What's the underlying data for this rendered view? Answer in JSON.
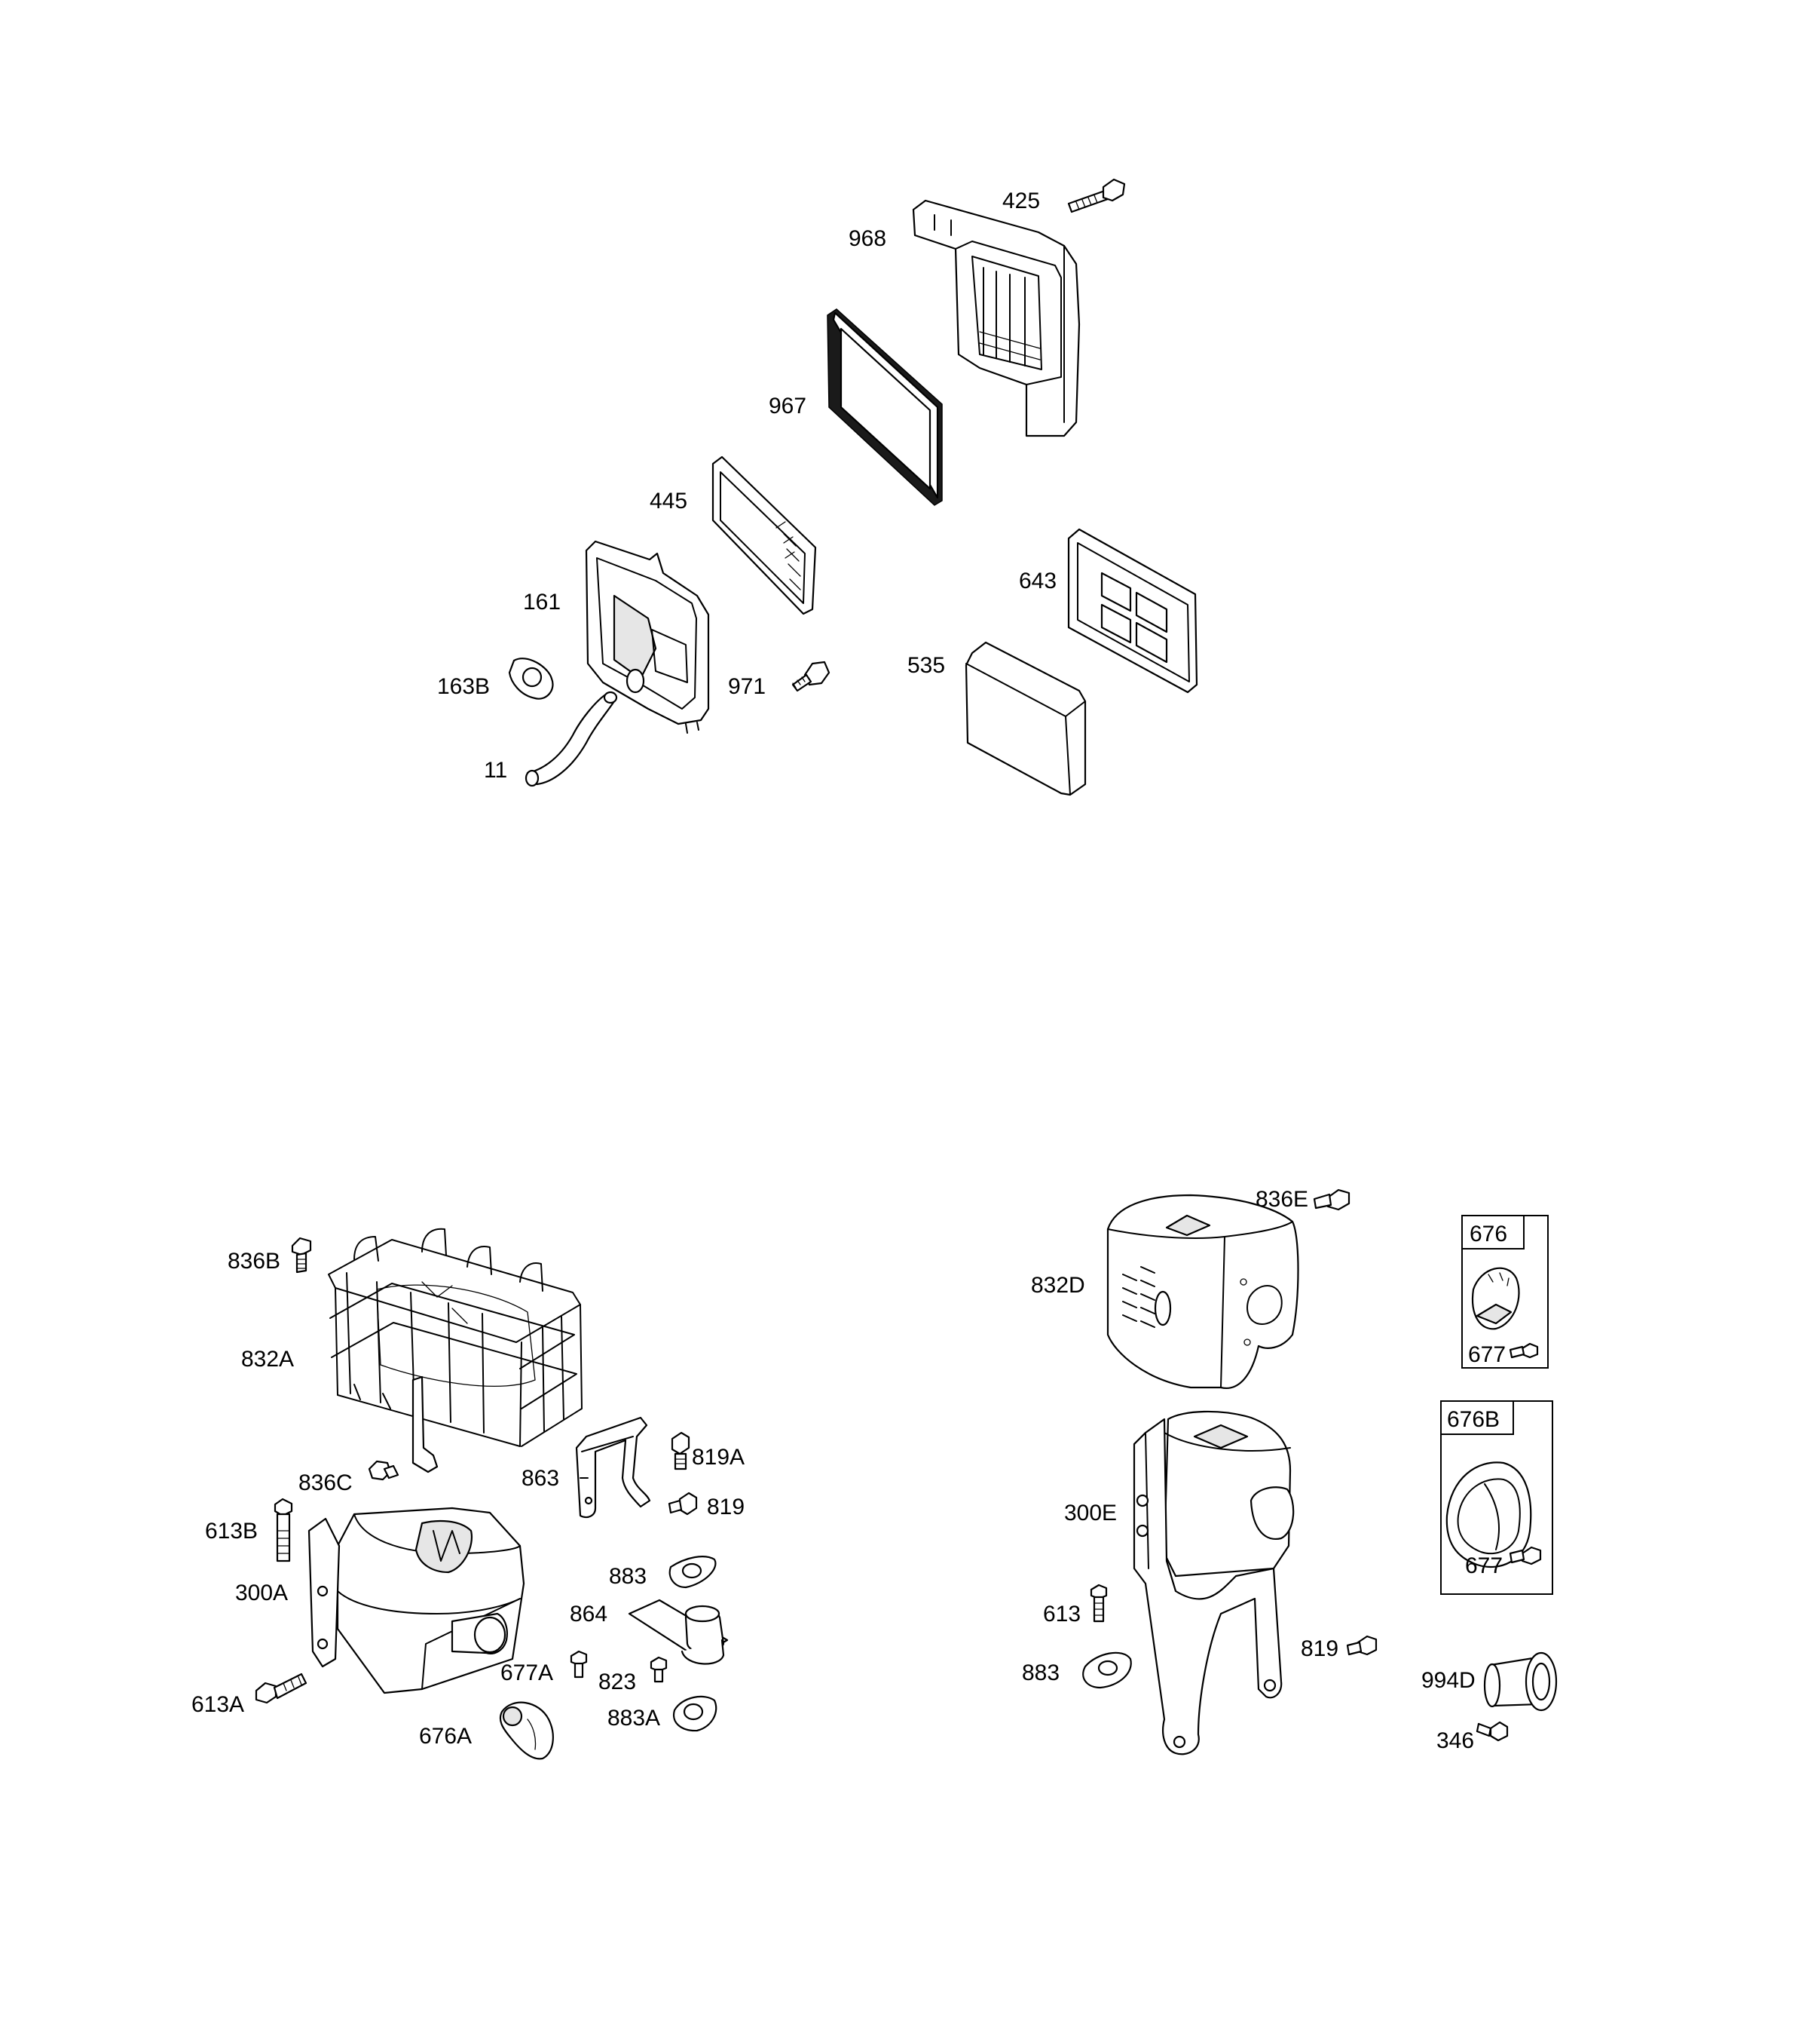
{
  "callouts": {
    "p425": "425",
    "p968": "968",
    "p967": "967",
    "p445": "445",
    "p161": "161",
    "p163B": "163B",
    "p11": "11",
    "p971": "971",
    "p643": "643",
    "p535": "535",
    "p836B": "836B",
    "p832A": "832A",
    "p836C": "836C",
    "p613B": "613B",
    "p300A": "300A",
    "p613A": "613A",
    "p863": "863",
    "p819A": "819A",
    "p819a": "819",
    "p883a": "883",
    "p864": "864",
    "p677A": "677A",
    "p823": "823",
    "p883A": "883A",
    "p676A": "676A",
    "p836E": "836E",
    "p832D": "832D",
    "p300E": "300E",
    "p613": "613",
    "p883b": "883",
    "p819b": "819",
    "p676": "676",
    "p677a": "677",
    "p676B": "676B",
    "p677b": "677",
    "p994D": "994D",
    "p346": "346"
  }
}
